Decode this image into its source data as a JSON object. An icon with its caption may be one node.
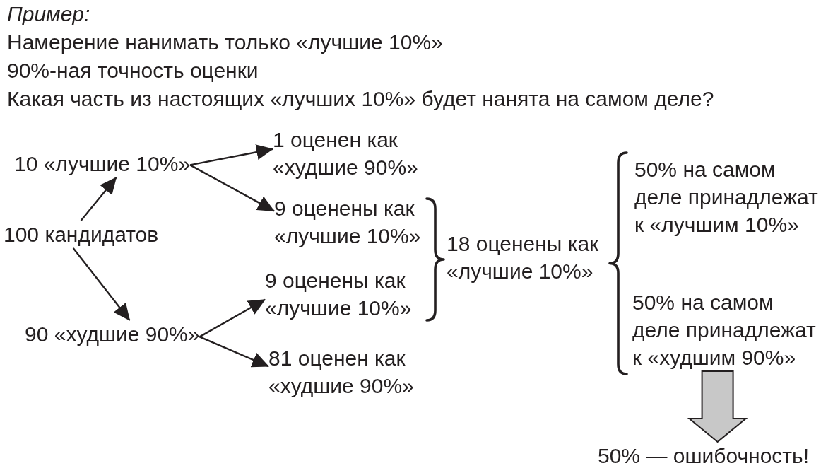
{
  "diagram": {
    "title": "Пример:",
    "nodes": [
      {
        "text": [
          "100 кандидатов"
        ]
      },
      {
        "text": [
          "10 «лучшие 10%»"
        ]
      },
      {
        "text": [
          "90 «худшие 90%»"
        ]
      },
      {
        "text": [
          "1 оценен как «худшие 90%»"
        ]
      },
      {
        "text": [
          "9 оценены как «лучшие 10%»"
        ]
      },
      {
        "text": [
          "9 оценены как «лучшие 10%»"
        ]
      },
      {
        "text": [
          "81 оценен как «худшие 90%»"
        ]
      },
      {
        "text": [
          "18 оценены как «лучшие 10%»"
        ]
      },
      {
        "text": [
          "50% на самом деле принадлежат к «лучшим 10%»"
        ]
      },
      {
        "text": [
          "50% на самом деле принадлежат к «худшим 90%»"
        ]
      },
      {
        "text": [
          "50% — ошибочность!"
        ]
      }
    ],
    "edges": [
      {
        "from": 0,
        "to": 1,
        "arrow": "to"
      },
      {
        "from": 0,
        "to": 2,
        "arrow": "to"
      },
      {
        "from": 1,
        "to": 3,
        "arrow": "to"
      },
      {
        "from": 1,
        "to": 4,
        "arrow": "to"
      },
      {
        "from": 2,
        "to": 5,
        "arrow": "to"
      },
      {
        "from": 2,
        "to": 6,
        "arrow": "to"
      },
      {
        "from": 9,
        "to": 10,
        "arrow": "to",
        "style": "thick",
        "color": "#c8c8c8"
      }
    ],
    "labels": [
      "Намерение нанимать только «лучшие 10%»",
      "90%-ная точность оценки",
      "Какая часть из настоящих «лучших 10%» будет нанята на самом деле?"
    ]
  }
}
